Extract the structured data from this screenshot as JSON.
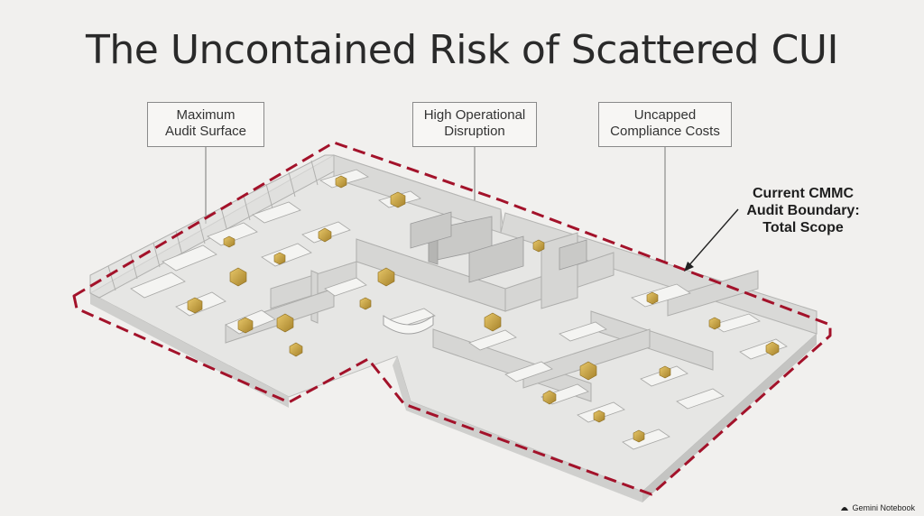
{
  "title": "The Uncontained Risk of Scattered CUI",
  "callouts": [
    {
      "line1": "Maximum",
      "line2": "Audit Surface"
    },
    {
      "line1": "High Operational",
      "line2": "Disruption"
    },
    {
      "line1": "Uncapped",
      "line2": "Compliance Costs"
    }
  ],
  "boundary_label": {
    "line1": "Current CMMC",
    "line2": "Audit Boundary:",
    "line3": "Total Scope"
  },
  "watermark": "Gemini Notebook",
  "colors": {
    "boundary": "#a3122a",
    "cui_marker": "#c9a43c",
    "wall": "#d8d8d6",
    "floor": "#e9e9e7"
  }
}
